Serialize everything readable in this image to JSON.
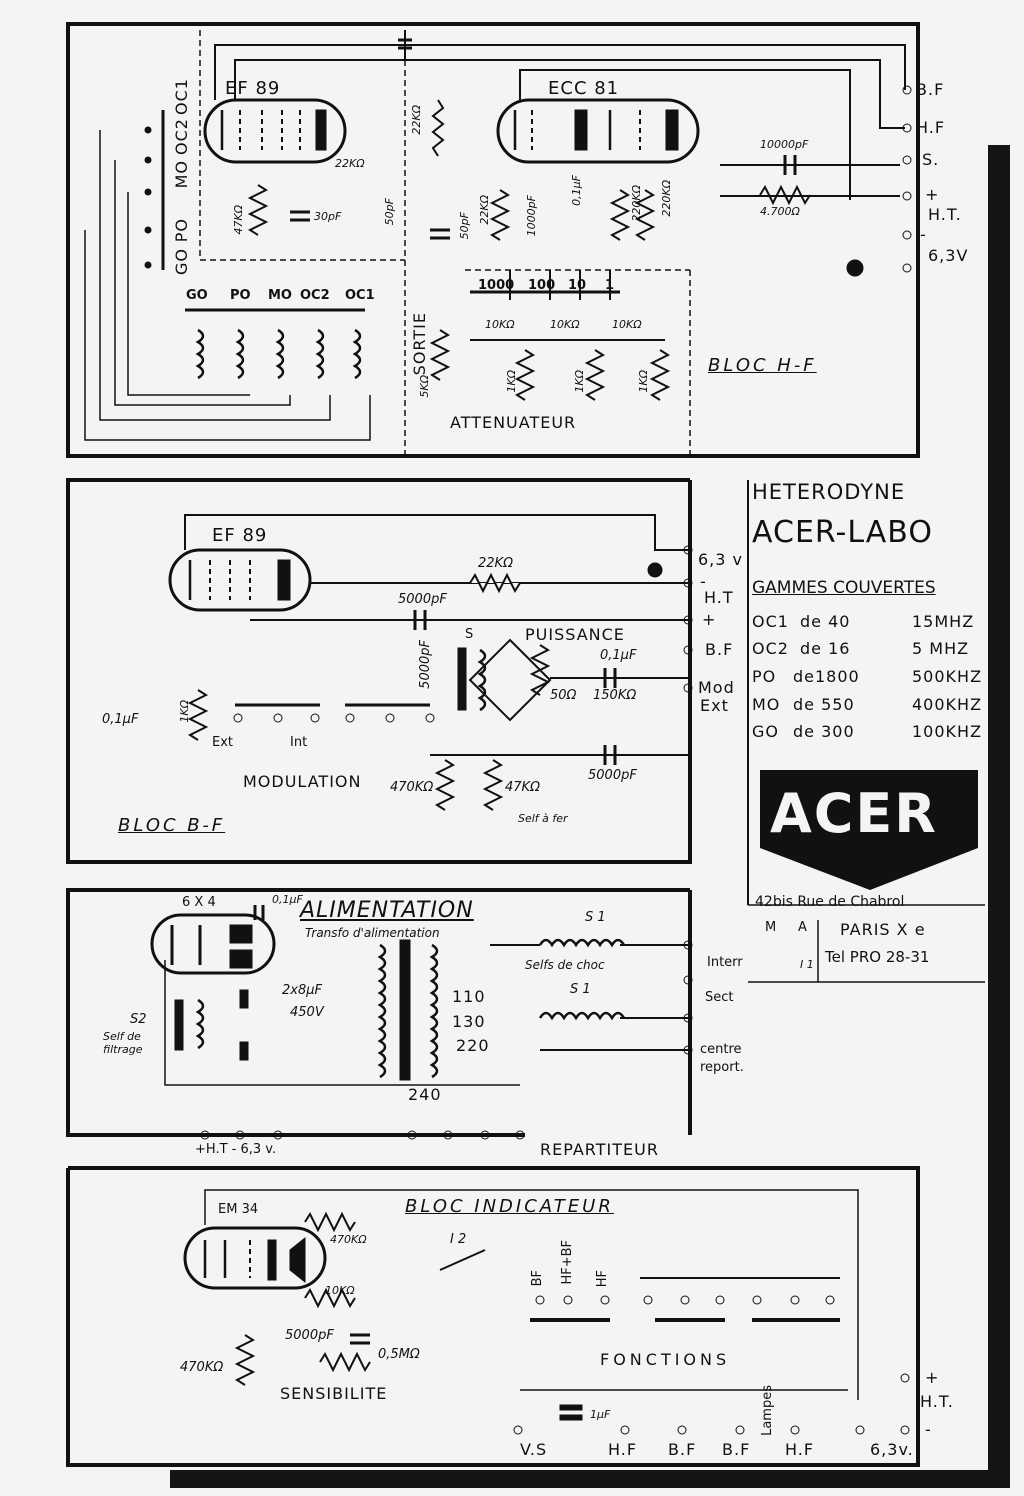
{
  "bloc_hf": {
    "title": "BLOC H-F",
    "tube1": "EF 89",
    "tube2": "ECC 81",
    "band_switch": [
      "OC1",
      "OC2",
      "MO",
      "PO",
      "GO"
    ],
    "coil_labels": [
      "GO",
      "PO",
      "MO",
      "OC2",
      "OC1"
    ],
    "res_47k": "47KΩ",
    "cap_30pf": "30pF",
    "res_22k_a": "22KΩ",
    "cap_50pf_a": "50pF",
    "res_22k_b": "22KΩ",
    "cap_50pf_b": "50pF",
    "res_22k_c": "22KΩ",
    "cap_1000pf": "1000pF",
    "cap_01uf": "0,1μF",
    "res_220k_a": "220KΩ",
    "res_220k_b": "220KΩ",
    "cap_10000pf": "10000pF",
    "res_4700": "4.700Ω",
    "atten_steps": [
      "1000",
      "100",
      "10",
      "1"
    ],
    "res_10k": [
      "10KΩ",
      "10KΩ",
      "10KΩ"
    ],
    "res_1k": [
      "1KΩ",
      "1KΩ",
      "1KΩ"
    ],
    "sortie": "SORTIE",
    "res_5k": "5KΩ",
    "attenuator": "ATTENUATEUR",
    "outputs": [
      "B.F",
      "H.F",
      "S.",
      "+",
      "H.T.",
      "-",
      "6,3V"
    ]
  },
  "bloc_bf": {
    "title": "BLOC B-F",
    "tube": "EF 89",
    "res_22k": "22KΩ",
    "cap_5000pf_a": "5000pF",
    "cap_5000pf_b": "5000pF",
    "cap_5000pf_c": "5000pF",
    "puissance": "PUISSANCE",
    "s_label": "S",
    "res_50": "50Ω",
    "res_150k": "150KΩ",
    "cap_01uf": "0,1μF",
    "cap_01uf_left": "0,1μF",
    "res_1k": "1KΩ",
    "ext": "Ext",
    "int": "Int",
    "modulation": "MODULATION",
    "res_470k": "470KΩ",
    "res_47k": "47KΩ",
    "self_note": "Self à fer",
    "outputs": [
      "6,3 v",
      "-",
      "H.T",
      "+",
      "B.F",
      "Mod",
      "Ext"
    ]
  },
  "info": {
    "brand_line1": "HETERODYNE",
    "brand_line2": "ACER-LABO",
    "ranges_title": "GAMMES COUVERTES",
    "ranges": [
      {
        "band": "OC1",
        "from": "de 40",
        "to": "15MHZ"
      },
      {
        "band": "OC2",
        "from": "de 16",
        "to": "5 MHZ"
      },
      {
        "band": "PO",
        "from": "de1800",
        "to": "500KHZ"
      },
      {
        "band": "MO",
        "from": "de 550",
        "to": "400KHZ"
      },
      {
        "band": "GO",
        "from": "de 300",
        "to": "100KHZ"
      }
    ],
    "logo": "ACER",
    "address": "42bis Rue de Chabrol",
    "city": "PARIS X e",
    "phone": "Tel PRO 28-31"
  },
  "alim": {
    "title": "ALIMENTATION",
    "tube": "6 X 4",
    "cap_top": "0,1μF",
    "transfo": "Transfo d'alimentation",
    "caps": "2x8μF",
    "volt": "450V",
    "s1_a": "S 1",
    "s1_b": "S 1",
    "selfs_choc": "Selfs de choc",
    "s2": "S2",
    "self_filtrage": "Self de filtrage",
    "taps": [
      "110",
      "130",
      "220",
      "240"
    ],
    "ht_label": "+H.T - 6,3 v.",
    "repartiteur": "REPARTITEUR",
    "ma": [
      "M",
      "A"
    ],
    "interr": "Interr",
    "i1": "I 1",
    "secteur": "Sect",
    "centre": "centre",
    "report": "report."
  },
  "bloc_ind": {
    "title": "BLOC INDICATEUR",
    "tube": "EM 34",
    "res_470k": "470KΩ",
    "res_10k": "10KΩ",
    "cap_5000pf": "5000pF",
    "res_05m": "0,5MΩ",
    "res_470k_b": "470KΩ",
    "sensibilite": "SENSIBILITE",
    "i2": "I 2",
    "sel_labels": [
      "BF",
      "HF+BF",
      "HF"
    ],
    "fonctions": "FONCTIONS",
    "cap_1uf": "1μF",
    "bottom_labels": [
      "V.S",
      "H.F",
      "B.F",
      "B.F",
      "Lampes",
      "H.F"
    ],
    "outputs": [
      "+",
      "H.T.",
      "-",
      "6,3v."
    ]
  }
}
